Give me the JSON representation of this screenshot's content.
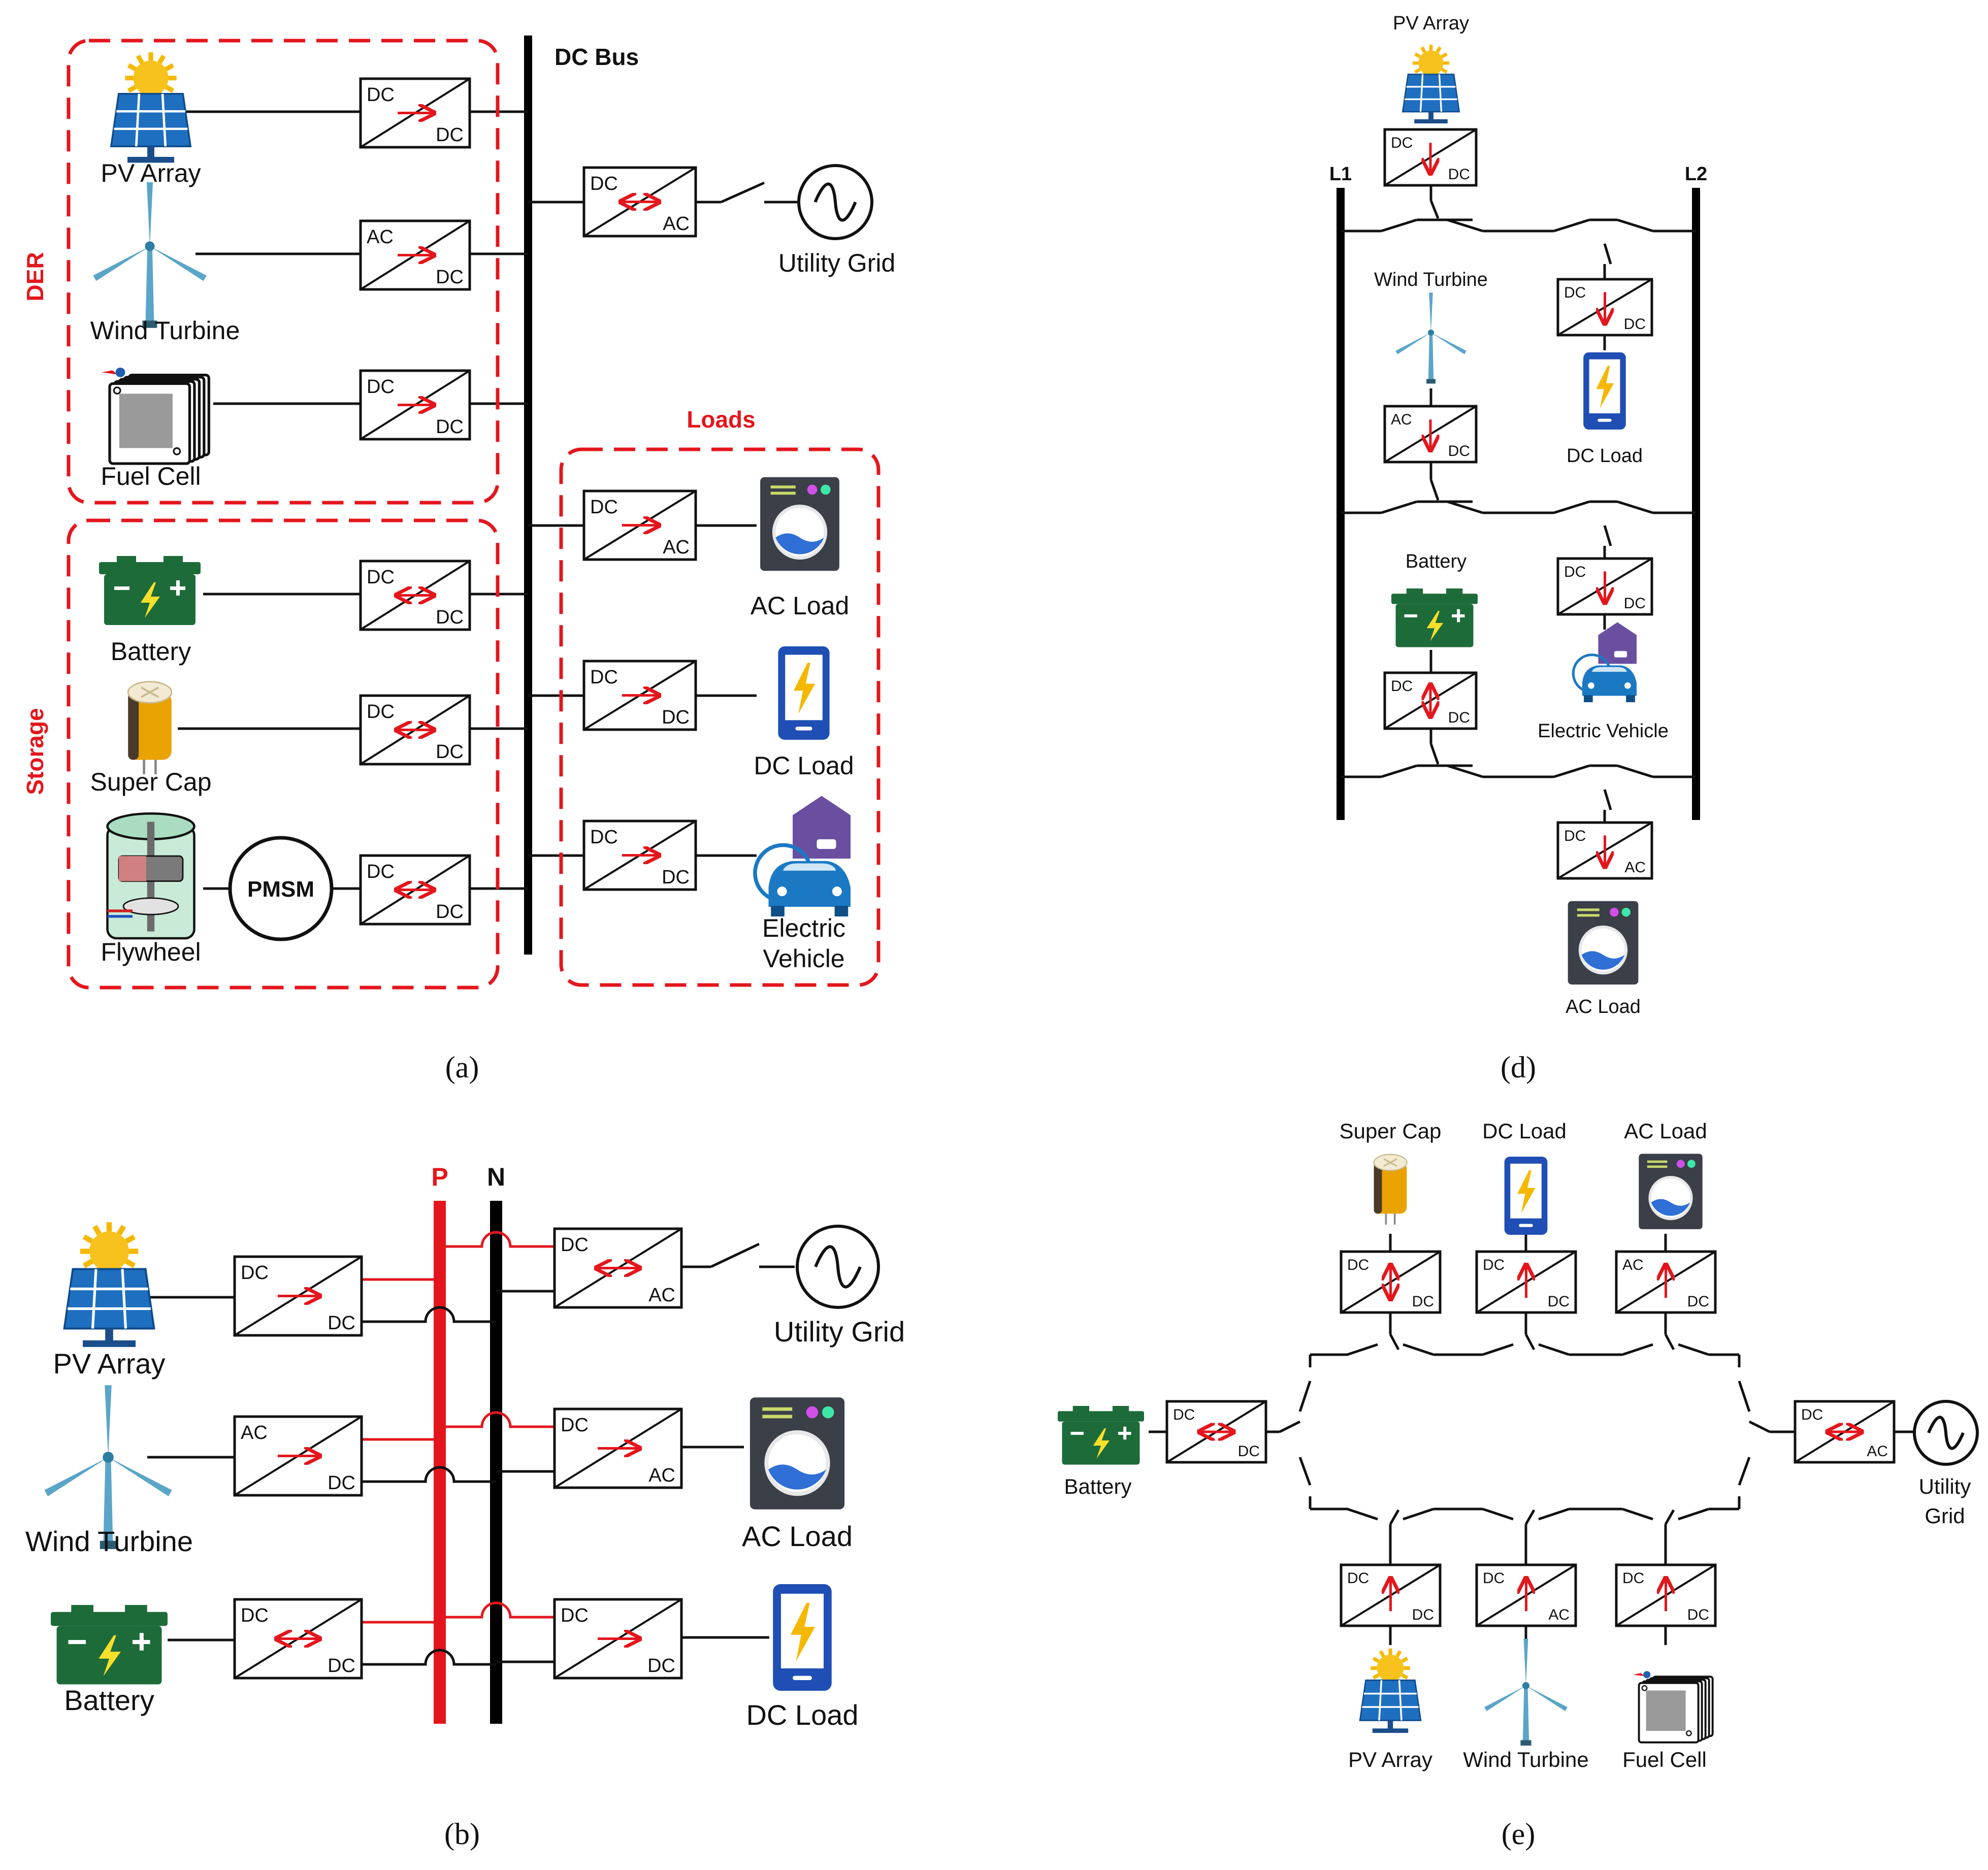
{
  "captions": {
    "a": "(a)",
    "b": "(b)",
    "d": "(d)",
    "e": "(e)"
  },
  "colors": {
    "accent_red": "#e4161d",
    "bus_black": "#000000",
    "pv_blue": "#1f6fc0",
    "battery_green": "#1e6b3a",
    "load_dark": "#3a3f48",
    "phone_blue": "#1f4fb4",
    "ev_purple": "#6a4fa0",
    "ev_blue": "#1b79c4",
    "bolt_yellow": "#f5b800"
  },
  "icons": [
    "pv-array-icon",
    "wind-turbine-icon",
    "fuel-cell-icon",
    "battery-icon",
    "super-cap-icon",
    "flywheel-icon",
    "ac-load-icon",
    "dc-load-icon",
    "electric-vehicle-icon",
    "utility-grid-icon"
  ],
  "panel_a": {
    "bus_label": "DC Bus",
    "group_der": "DER",
    "group_storage": "Storage",
    "group_loads": "Loads",
    "pv": "PV Array",
    "wind": "Wind Turbine",
    "fuel": "Fuel Cell",
    "battery": "Battery",
    "supercap": "Super Cap",
    "flywheel": "Flywheel",
    "pmsm": "PMSM",
    "grid": "Utility Grid",
    "ac_load": "AC Load",
    "dc_load": "DC Load",
    "ev_line1": "Electric",
    "ev_line2": "Vehicle"
  },
  "panel_b": {
    "bus_p": "P",
    "bus_n": "N",
    "pv": "PV Array",
    "wind": "Wind Turbine",
    "battery": "Battery",
    "grid": "Utility Grid",
    "ac_load": "AC Load",
    "dc_load": "DC Load"
  },
  "panel_d": {
    "bus_l1": "L1",
    "bus_l2": "L2",
    "pv": "PV Array",
    "wind": "Wind Turbine",
    "dc_load": "DC Load",
    "battery": "Battery",
    "ev": "Electric Vehicle",
    "ac_load": "AC Load"
  },
  "panel_e": {
    "supercap": "Super Cap",
    "dc_load": "DC Load",
    "ac_load": "AC Load",
    "battery": "Battery",
    "grid_line1": "Utility",
    "grid_line2": "Grid",
    "pv": "PV Array",
    "wind": "Wind Turbine",
    "fuel": "Fuel Cell"
  },
  "converter_labels": {
    "dc": "DC",
    "ac": "AC"
  }
}
